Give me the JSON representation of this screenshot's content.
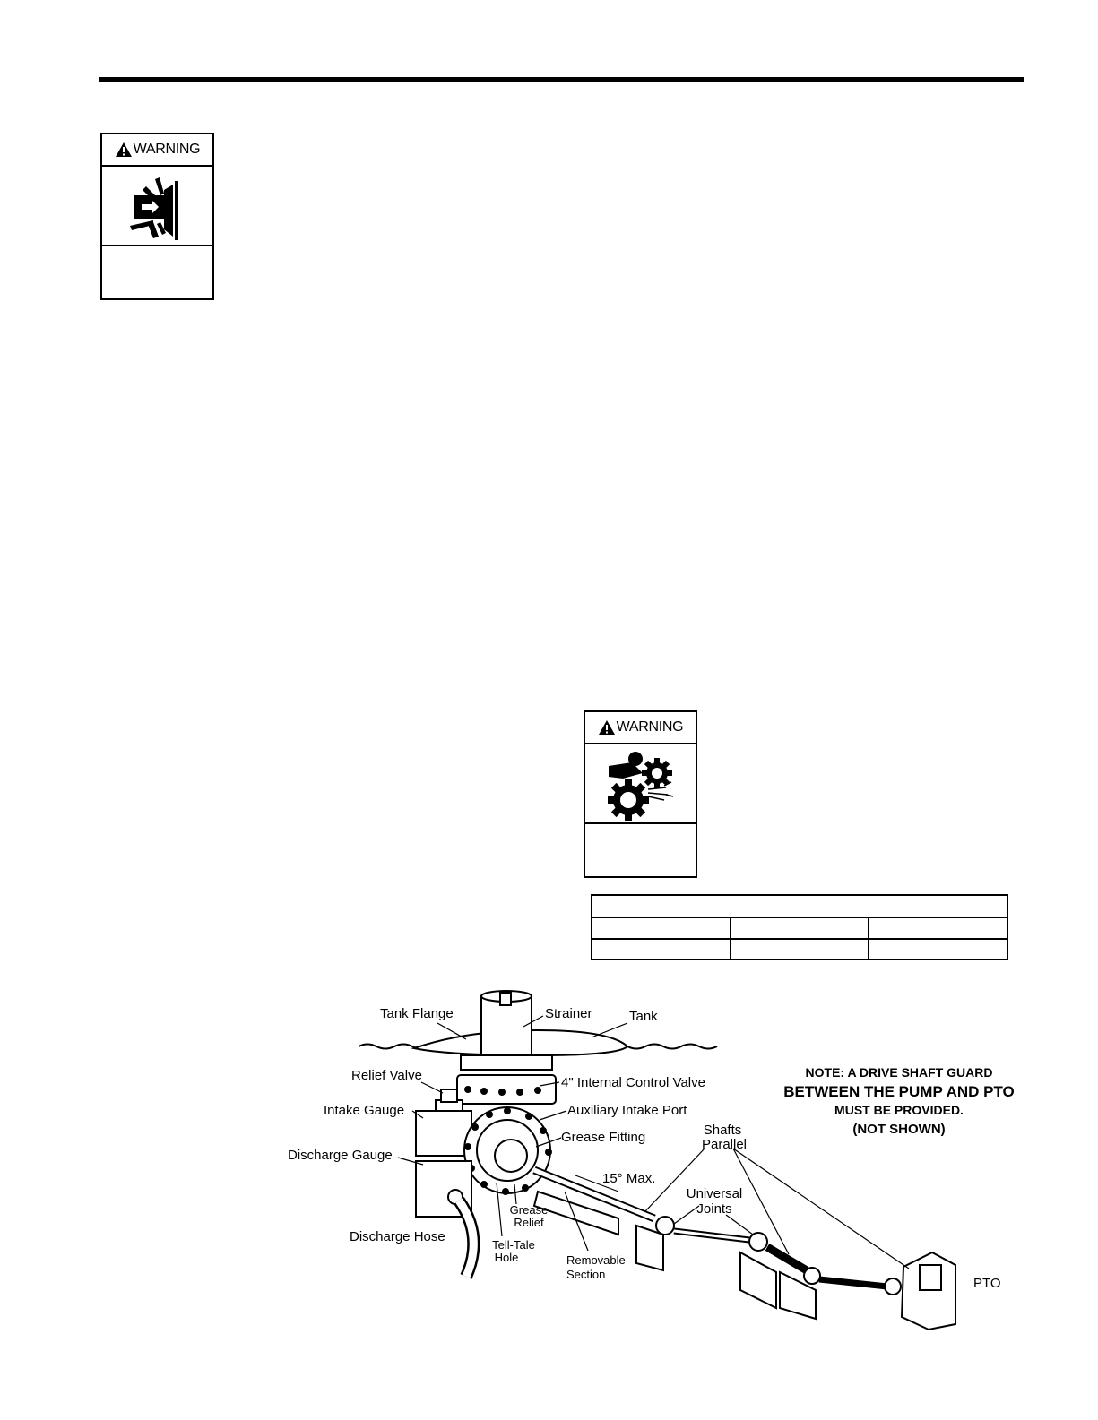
{
  "warnings": [
    {
      "header": "WARNING",
      "icon": "pressure-burst-icon"
    },
    {
      "header": "WARNING",
      "icon": "rotating-gears-hand-icon"
    }
  ],
  "diagram": {
    "labels": {
      "tank_flange": "Tank Flange",
      "strainer": "Strainer",
      "tank": "Tank",
      "relief_valve": "Relief Valve",
      "internal_control_valve": "4\" Internal Control Valve",
      "intake_gauge": "Intake Gauge",
      "auxiliary_intake_port": "Auxiliary Intake Port",
      "shafts": "Shafts",
      "parallel": "Parallel",
      "grease_fitting": "Grease Fitting",
      "discharge_gauge": "Discharge Gauge",
      "max_angle": "15° Max.",
      "universal": "Universal",
      "joints": "Joints",
      "grease": "Grease",
      "relief": "Relief",
      "discharge_hose": "Discharge Hose",
      "tell_tale": "Tell-Tale",
      "hole": "Hole",
      "removable": "Removable",
      "section": "Section",
      "pto": "PTO"
    },
    "note": {
      "line1": "NOTE:  A DRIVE SHAFT GUARD",
      "line2": "BETWEEN THE PUMP AND PTO",
      "line3": "MUST BE PROVIDED.",
      "line4": "(NOT SHOWN)"
    }
  }
}
